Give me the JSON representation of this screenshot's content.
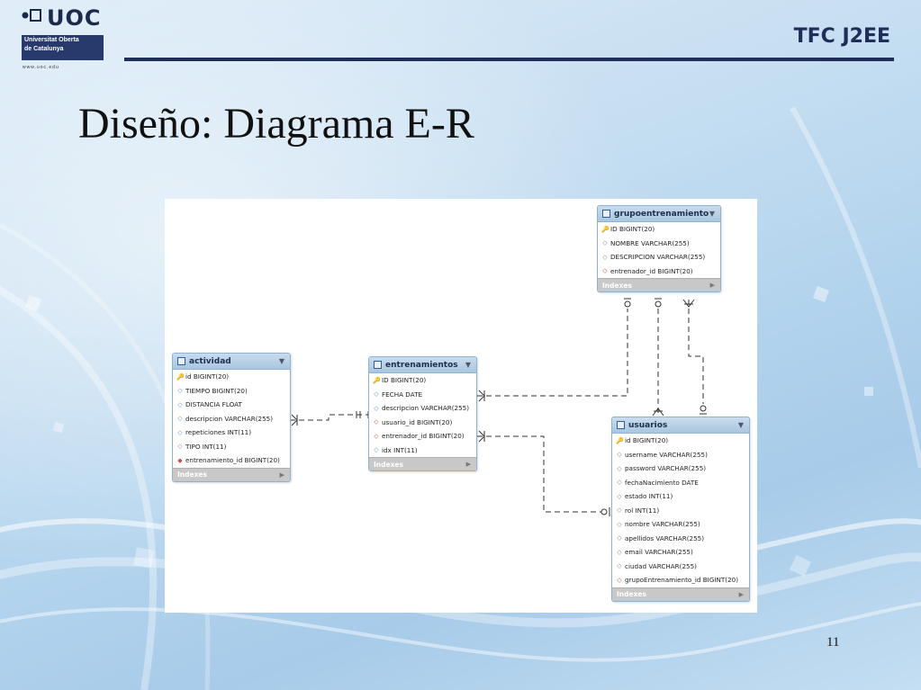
{
  "header": {
    "logo_text": "UOC",
    "logo_box_line1": "Universitat Oberta",
    "logo_box_line2": "de Catalunya",
    "logo_url": "www.uoc.edu",
    "course_title": "TFC J2EE"
  },
  "slide": {
    "title": "Diseño: Diagrama E-R",
    "page_number": "11"
  },
  "diagram": {
    "tables": [
      {
        "name": "actividad",
        "columns": [
          {
            "text": "id BIGINT(20)",
            "kind": "pk"
          },
          {
            "text": "TIEMPO BIGINT(20)",
            "kind": "attr"
          },
          {
            "text": "DISTANCIA FLOAT",
            "kind": "attr"
          },
          {
            "text": "descripcion VARCHAR(255)",
            "kind": "attr"
          },
          {
            "text": "repeticiones INT(11)",
            "kind": "attr"
          },
          {
            "text": "TIPO INT(11)",
            "kind": "attr"
          },
          {
            "text": "entrenamiento_id BIGINT(20)",
            "kind": "fkfill"
          }
        ],
        "footer": "Indexes"
      },
      {
        "name": "entrenamientos",
        "columns": [
          {
            "text": "ID BIGINT(20)",
            "kind": "pk"
          },
          {
            "text": "FECHA DATE",
            "kind": "attr"
          },
          {
            "text": "descripcion VARCHAR(255)",
            "kind": "attr"
          },
          {
            "text": "usuario_id BIGINT(20)",
            "kind": "fk"
          },
          {
            "text": "entrenador_id BIGINT(20)",
            "kind": "fk"
          },
          {
            "text": "idx INT(11)",
            "kind": "attr"
          }
        ],
        "footer": "Indexes"
      },
      {
        "name": "grupoentrenamiento",
        "columns": [
          {
            "text": "ID BIGINT(20)",
            "kind": "pk"
          },
          {
            "text": "NOMBRE VARCHAR(255)",
            "kind": "attr"
          },
          {
            "text": "DESCRIPCION VARCHAR(255)",
            "kind": "attr"
          },
          {
            "text": "entrenador_id BIGINT(20)",
            "kind": "fk"
          }
        ],
        "footer": "Indexes"
      },
      {
        "name": "usuarios",
        "columns": [
          {
            "text": "id BIGINT(20)",
            "kind": "pk"
          },
          {
            "text": "username VARCHAR(255)",
            "kind": "attr"
          },
          {
            "text": "password VARCHAR(255)",
            "kind": "attr"
          },
          {
            "text": "fechaNacimiento DATE",
            "kind": "attr"
          },
          {
            "text": "estado INT(11)",
            "kind": "attr"
          },
          {
            "text": "rol INT(11)",
            "kind": "attr"
          },
          {
            "text": "nombre VARCHAR(255)",
            "kind": "attr"
          },
          {
            "text": "apellidos VARCHAR(255)",
            "kind": "attr"
          },
          {
            "text": "email VARCHAR(255)",
            "kind": "attr"
          },
          {
            "text": "ciudad VARCHAR(255)",
            "kind": "attr"
          },
          {
            "text": "grupoEntrenamiento_id BIGINT(20)",
            "kind": "fk"
          }
        ],
        "footer": "Indexes"
      }
    ],
    "relationships": [
      {
        "from": "actividad",
        "to": "entrenamientos"
      },
      {
        "from": "entrenamientos",
        "to": "grupoentrenamiento"
      },
      {
        "from": "entrenamientos",
        "to": "usuarios"
      },
      {
        "from": "usuarios",
        "to": "grupoentrenamiento"
      },
      {
        "from": "grupoentrenamiento",
        "to": "usuarios"
      }
    ]
  },
  "colors": {
    "header_navy": "#1e2e58",
    "table_header": "#a9c6e0",
    "pk_key": "#e0b100",
    "fk_marker": "#cc4a4a"
  }
}
